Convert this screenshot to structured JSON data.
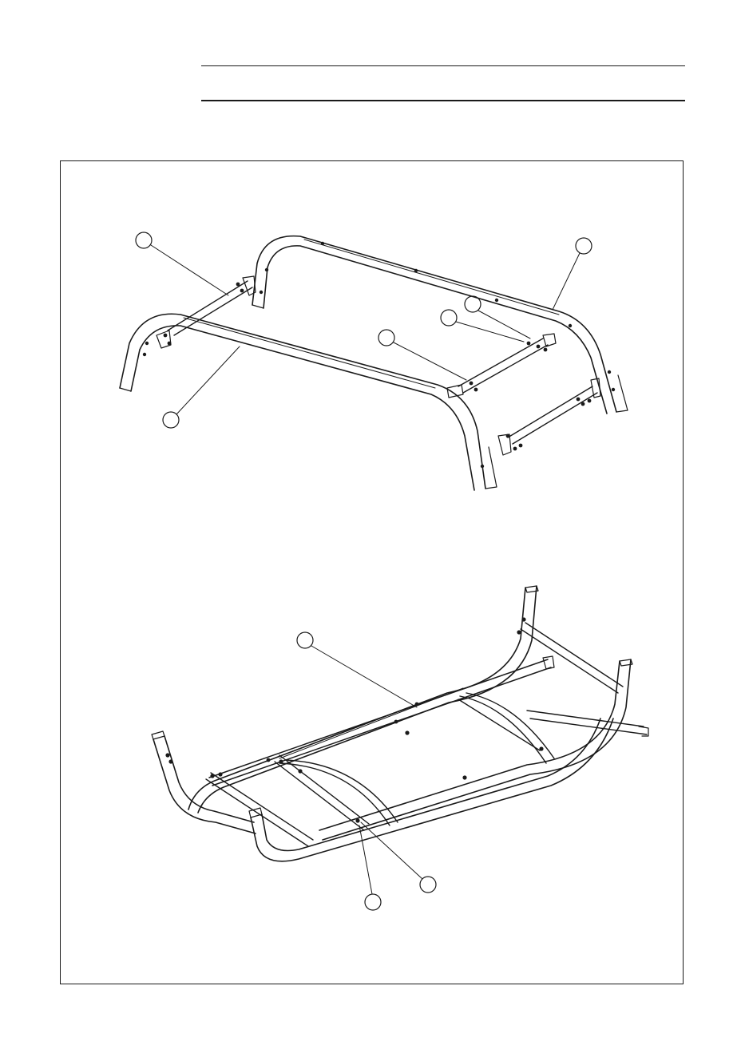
{
  "figure": {
    "top_view": "frame-assembly-upright",
    "bottom_view": "frame-assembly-inverted",
    "callout_count": 9,
    "line_color": "#1a1a1a",
    "background_color": "#ffffff"
  }
}
